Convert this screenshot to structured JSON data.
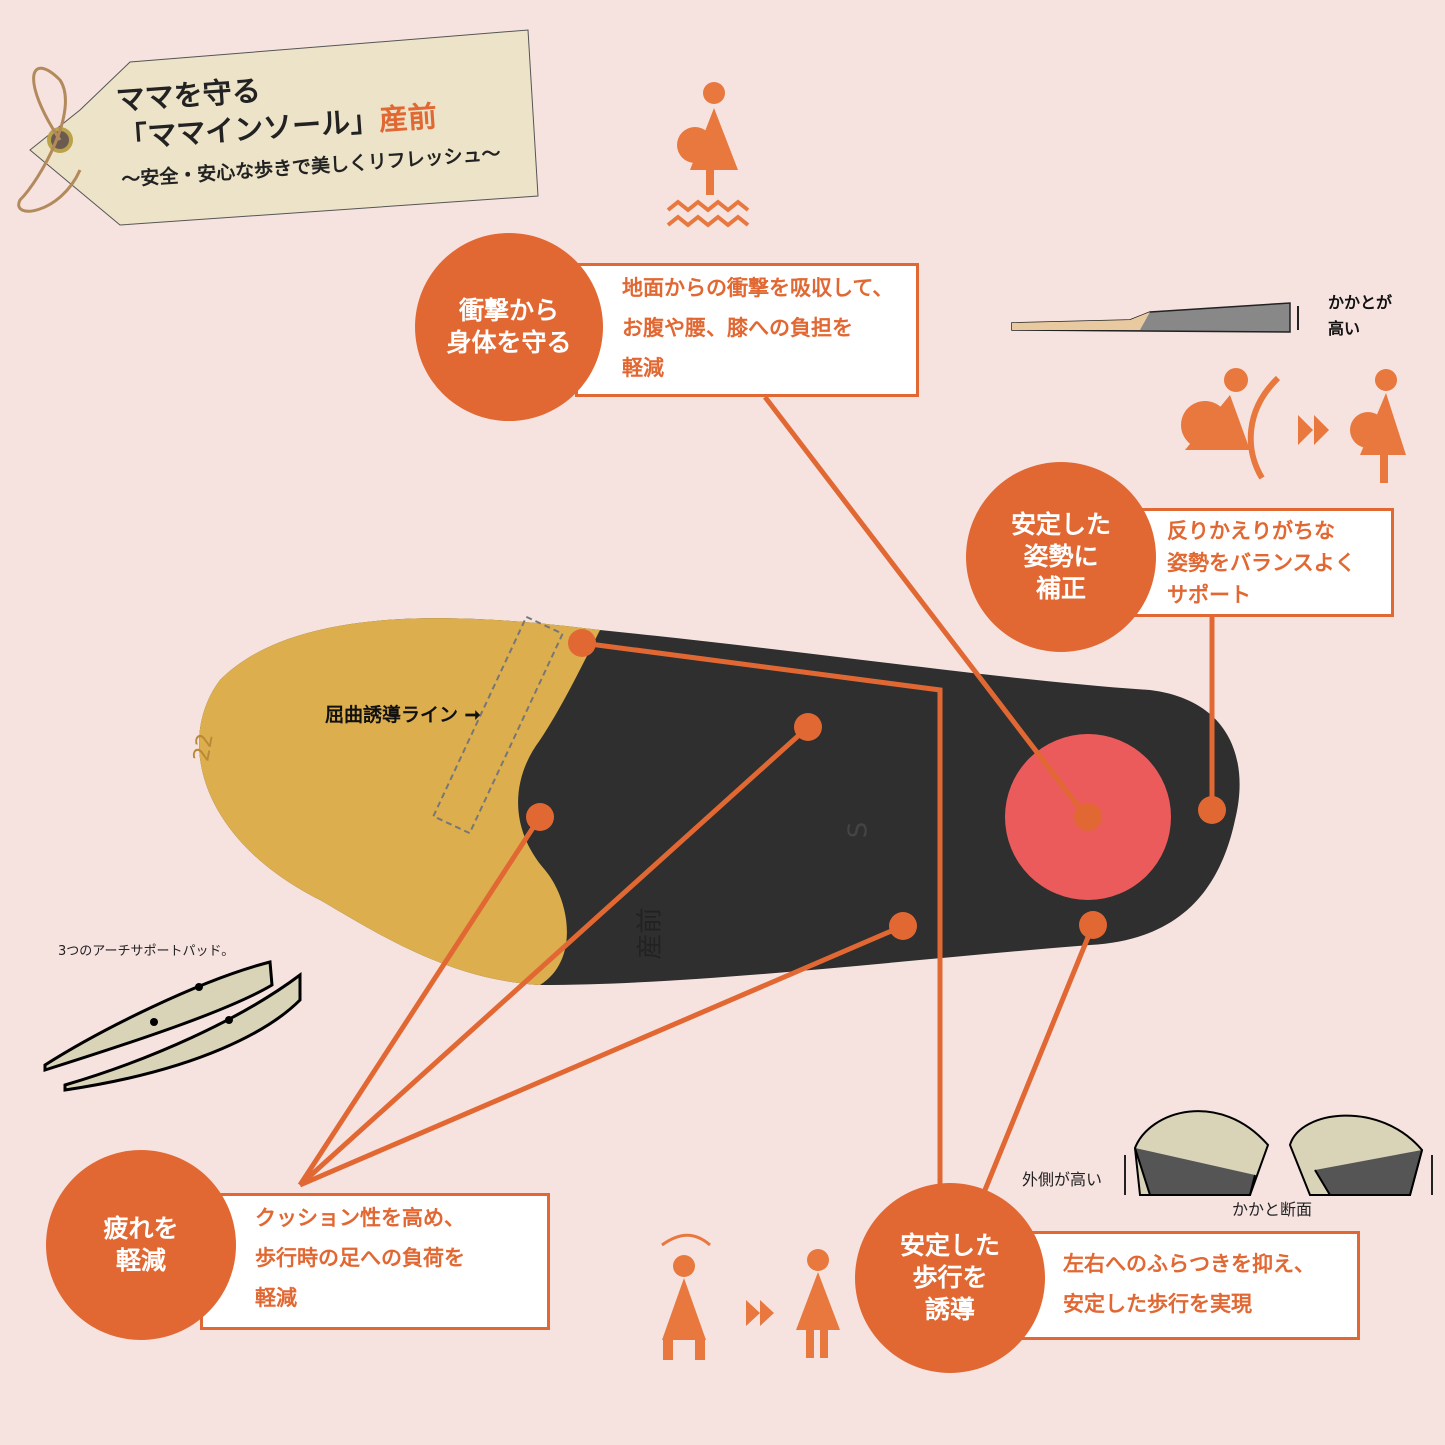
{
  "tag": {
    "line1": "ママを守る",
    "line2": "「ママインソール」",
    "line2_accent": "産前",
    "subtitle": "〜安全・安心な歩きで美しくリフレッシュ〜"
  },
  "callouts": [
    {
      "circle": "衝撃から\n身体を守る",
      "text": "地面からの衝撃を吸収して、\nお腹や腰、膝への負担を\n軽減"
    },
    {
      "circle": "安定した\n姿勢に\n補正",
      "text": "反りかえりがちな\n姿勢をバランスよく\nサポート"
    },
    {
      "circle": "疲れを\n軽減",
      "text": "クッション性を高め、\n歩行時の足への負荷を\n軽減"
    },
    {
      "circle": "安定した\n歩行を\n誘導",
      "text": "左右へのふらつきを抑え、\n安定した歩行を実現"
    }
  ],
  "labels": {
    "flex_line": "屈曲誘導ライン",
    "heel_high": "かかとが\n高い",
    "arch_pads": "3つのアーチサポートパッド。",
    "outer_high": "外側が高い",
    "heel_section": "かかと断面",
    "size_mark": "22",
    "insole_size": "S",
    "insole_mark": "産前"
  },
  "colors": {
    "accent": "#e26833",
    "background": "#f6e3e0",
    "heel_pad": "#ec5b5b",
    "forefoot": "#dcae4e",
    "insole": "#2e2f2e"
  }
}
